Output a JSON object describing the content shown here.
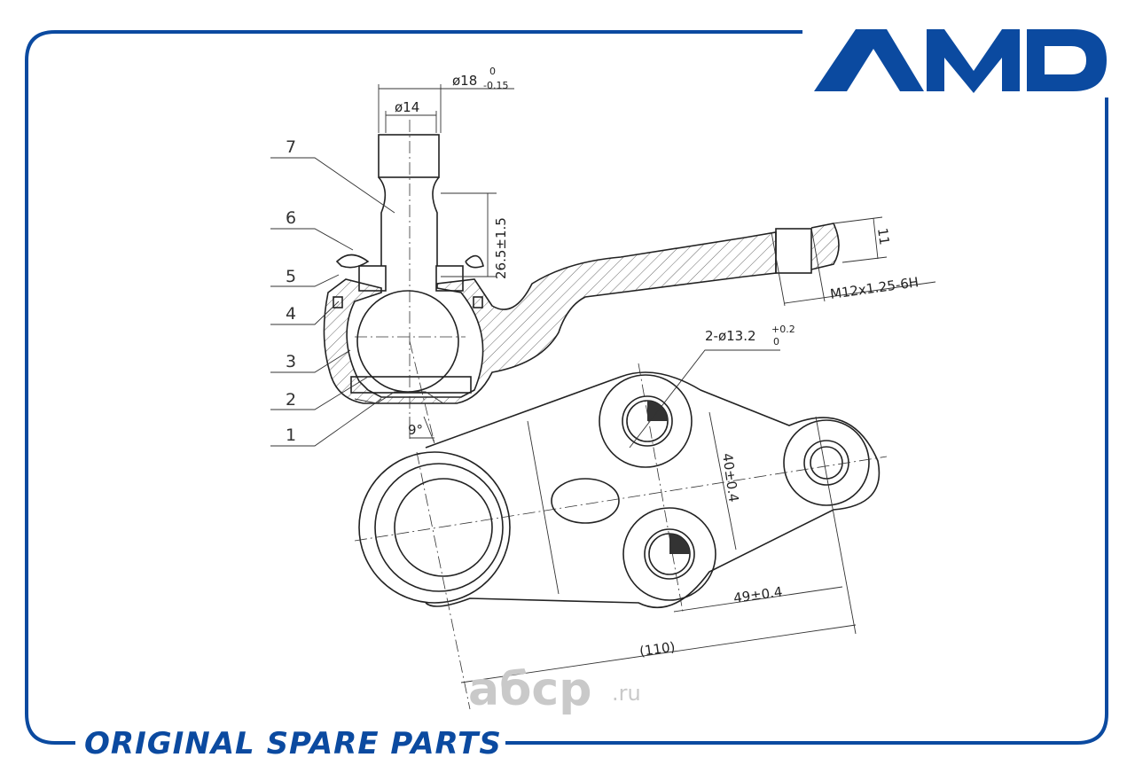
{
  "brand": {
    "logo_text": "AMD",
    "slogan": "ORIGINAL SPARE PARTS",
    "color": "#0b4aa0"
  },
  "watermark": {
    "main": "абср",
    "suffix": ".ru"
  },
  "part_numbers": [
    "7",
    "6",
    "5",
    "4",
    "3",
    "2",
    "1"
  ],
  "dimensions": {
    "d18": "ø18",
    "d18_upper": "0",
    "d18_lower": "-0.15",
    "d14": "ø14",
    "height": "26.5±1.5",
    "thread": "M12x1.25-6H",
    "thread_len": "11",
    "holes": "2-ø13.2",
    "holes_upper": "+0.2",
    "holes_lower": "0",
    "angle": "9°",
    "spacing": "40±0.4",
    "offset": "49±0.4",
    "overall": "(110)"
  }
}
